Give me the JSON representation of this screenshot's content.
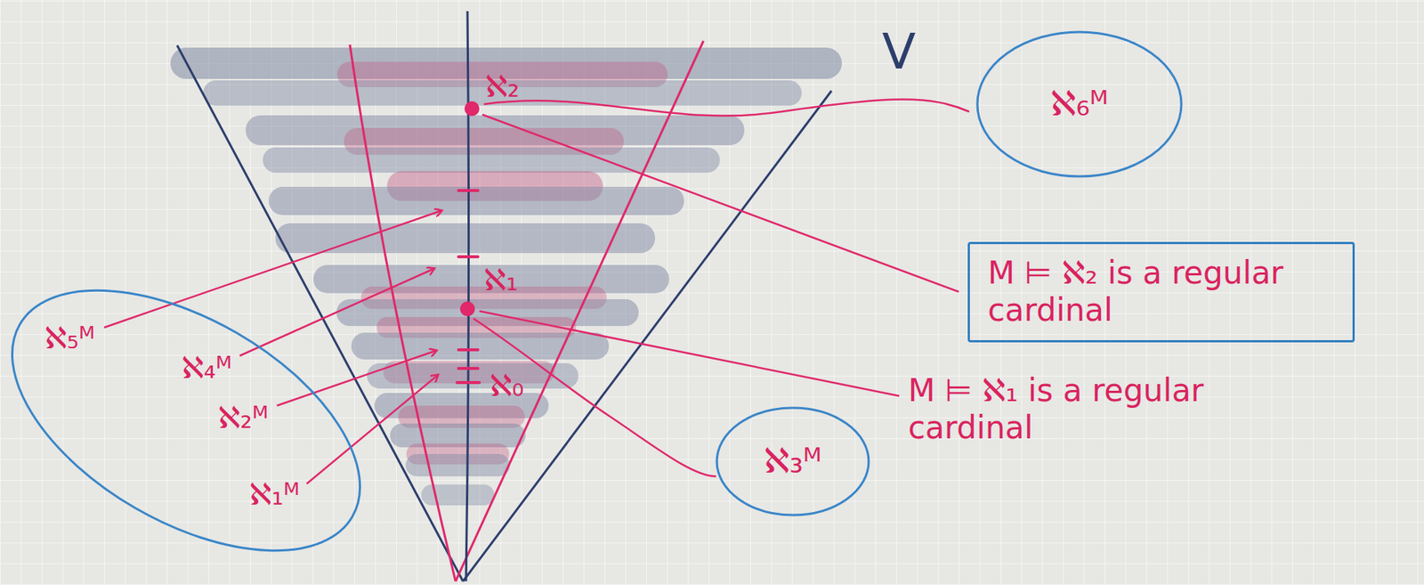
{
  "diagram": {
    "nodes": [
      {
        "text": [
          "ℵ₆ᴹ"
        ]
      },
      {
        "text": [
          "M ⊨ ℵ₂ is a regular cardinal"
        ]
      },
      {
        "text": [
          "ℵ₃ᴹ"
        ]
      },
      {
        "text": [
          "ℵ₅ᴹ",
          "ℵ₄ᴹ",
          "ℵ₂ᴹ",
          "ℵ₁ᴹ"
        ]
      }
    ],
    "labels": [
      "V",
      "ℵ₂",
      "ℵ₁",
      "ℵ₀",
      "M ⊨ ℵ₁ is a regular cardinal"
    ]
  }
}
